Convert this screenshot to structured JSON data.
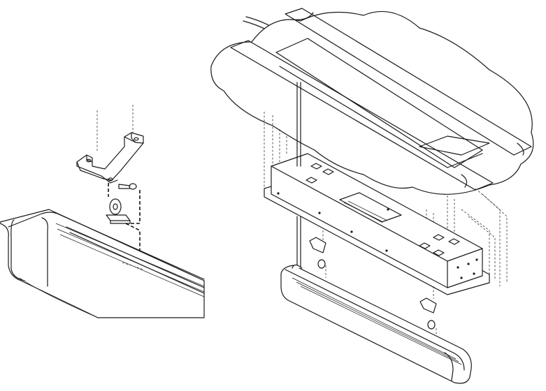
{
  "figure": {
    "ink_color": "#1a1a1a",
    "background_color": "#ffffff",
    "left_detail_parts": [
      "mounting-bracket",
      "bolt",
      "pulley-clip",
      "end-cap-housing"
    ],
    "right_assembly_parts": [
      "ceiling-frame",
      "suspension-cable",
      "mounting-box",
      "hanger-clips",
      "housing"
    ]
  }
}
